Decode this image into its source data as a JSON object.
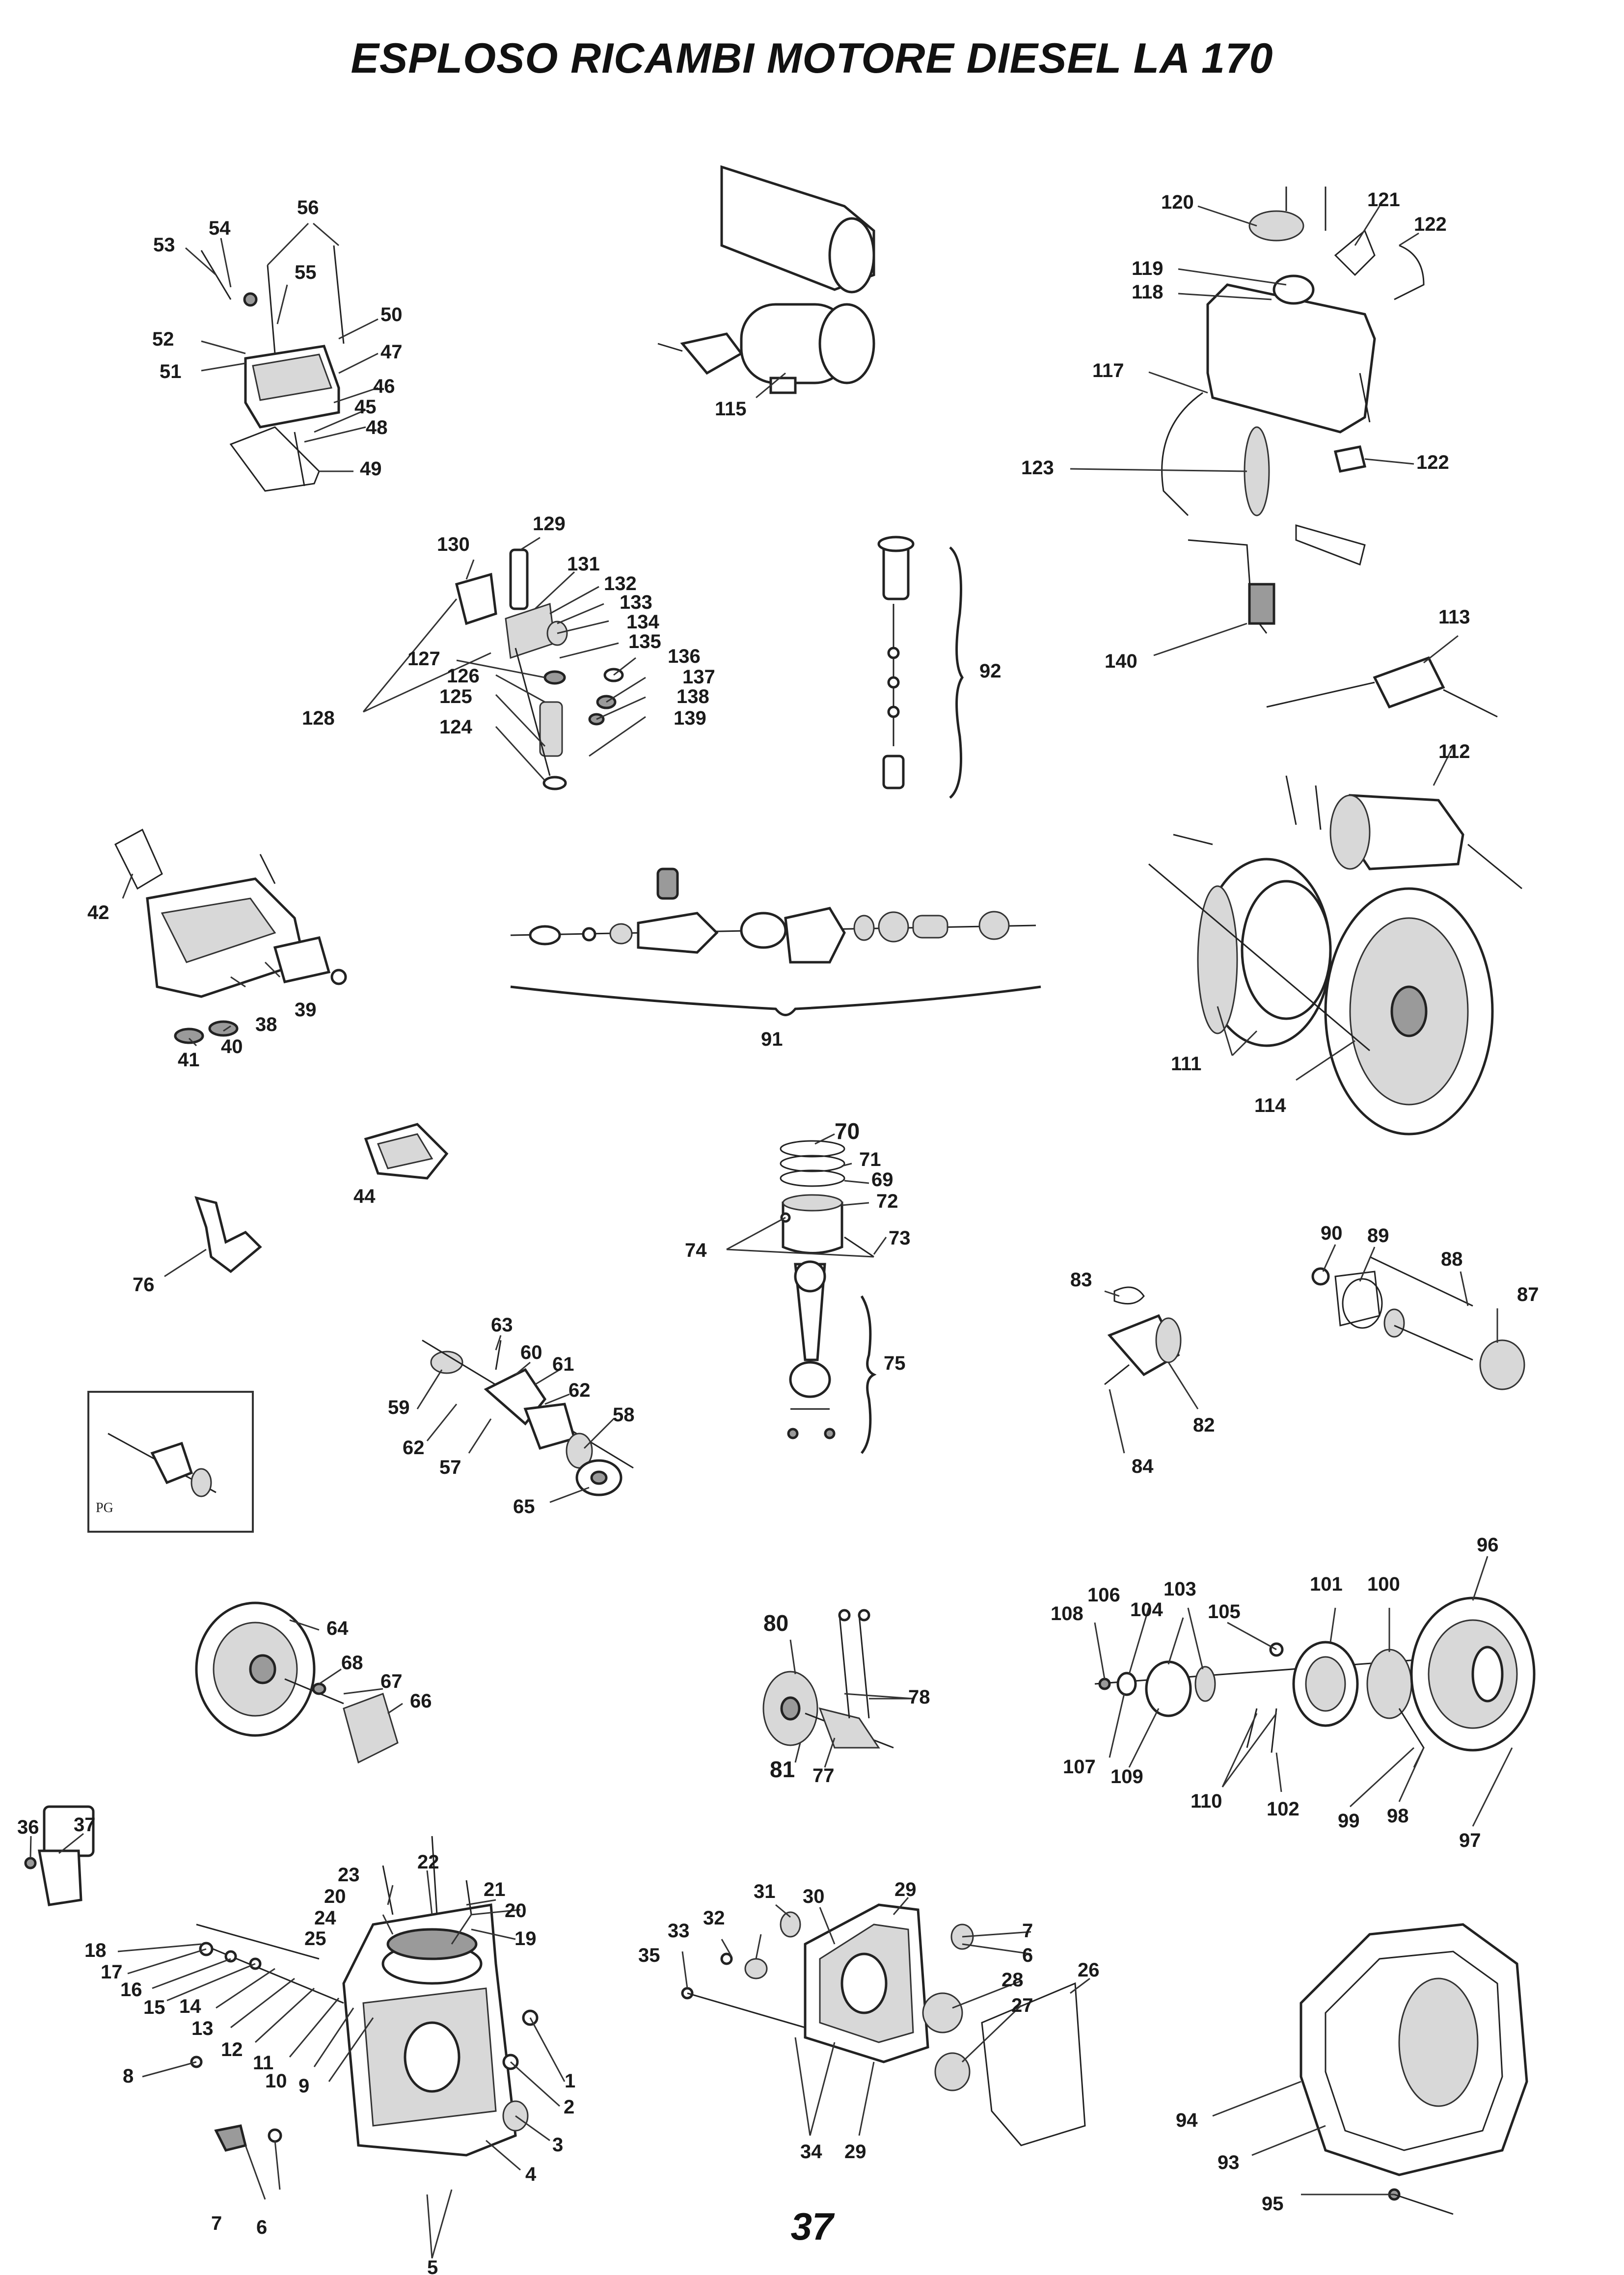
{
  "title": "ESPLOSO RICAMBI MOTORE DIESEL LA 170",
  "page_number": "37",
  "inset_tag": "PG",
  "callouts": {
    "c1": "1",
    "c2": "2",
    "c3": "3",
    "c4": "4",
    "c5": "5",
    "c6": "6",
    "c7": "7",
    "c8": "8",
    "c9": "9",
    "c10": "10",
    "c11": "11",
    "c12": "12",
    "c13": "13",
    "c14": "14",
    "c15": "15",
    "c16": "16",
    "c17": "17",
    "c18": "18",
    "c19": "19",
    "c20": "20",
    "c21": "21",
    "c22": "22",
    "c23": "23",
    "c24": "24",
    "c25": "25",
    "c26": "26",
    "c27": "27",
    "c28": "28",
    "c29": "29",
    "c30": "30",
    "c31": "31",
    "c32": "32",
    "c33": "33",
    "c34": "34",
    "c35": "35",
    "c36": "36",
    "c37": "37",
    "c38": "38",
    "c39": "39",
    "c40": "40",
    "c41": "41",
    "c42": "42",
    "c44": "44",
    "c45": "45",
    "c46": "46",
    "c47": "47",
    "c48": "48",
    "c49": "49",
    "c50": "50",
    "c51": "51",
    "c52": "52",
    "c53": "53",
    "c54": "54",
    "c55": "55",
    "c56": "56",
    "c57": "57",
    "c58": "58",
    "c59": "59",
    "c60": "60",
    "c61": "61",
    "c62": "62",
    "c63": "63",
    "c64": "64",
    "c65": "65",
    "c66": "66",
    "c67": "67",
    "c68": "68",
    "c69": "69",
    "c70": "70",
    "c71": "71",
    "c72": "72",
    "c73": "73",
    "c74": "74",
    "c75": "75",
    "c76": "76",
    "c77": "77",
    "c78": "78",
    "c80": "80",
    "c81": "81",
    "c82": "82",
    "c83": "83",
    "c84": "84",
    "c87": "87",
    "c88": "88",
    "c89": "89",
    "c90": "90",
    "c91": "91",
    "c92": "92",
    "c93": "93",
    "c94": "94",
    "c95": "95",
    "c96": "96",
    "c97": "97",
    "c98": "98",
    "c99": "99",
    "c100": "100",
    "c101": "101",
    "c102": "102",
    "c103": "103",
    "c104": "104",
    "c105": "105",
    "c106": "106",
    "c107": "107",
    "c108": "108",
    "c109": "109",
    "c110": "110",
    "c111": "111",
    "c112": "112",
    "c113": "113",
    "c114": "114",
    "c115": "115",
    "c117": "117",
    "c118": "118",
    "c119": "119",
    "c120": "120",
    "c121": "121",
    "c122": "122",
    "c123": "123",
    "c124": "124",
    "c125": "125",
    "c126": "126",
    "c127": "127",
    "c128": "128",
    "c129": "129",
    "c130": "130",
    "c131": "131",
    "c132": "132",
    "c133": "133",
    "c134": "134",
    "c135": "135",
    "c136": "136",
    "c137": "137",
    "c138": "138",
    "c139": "139",
    "c140": "140"
  }
}
